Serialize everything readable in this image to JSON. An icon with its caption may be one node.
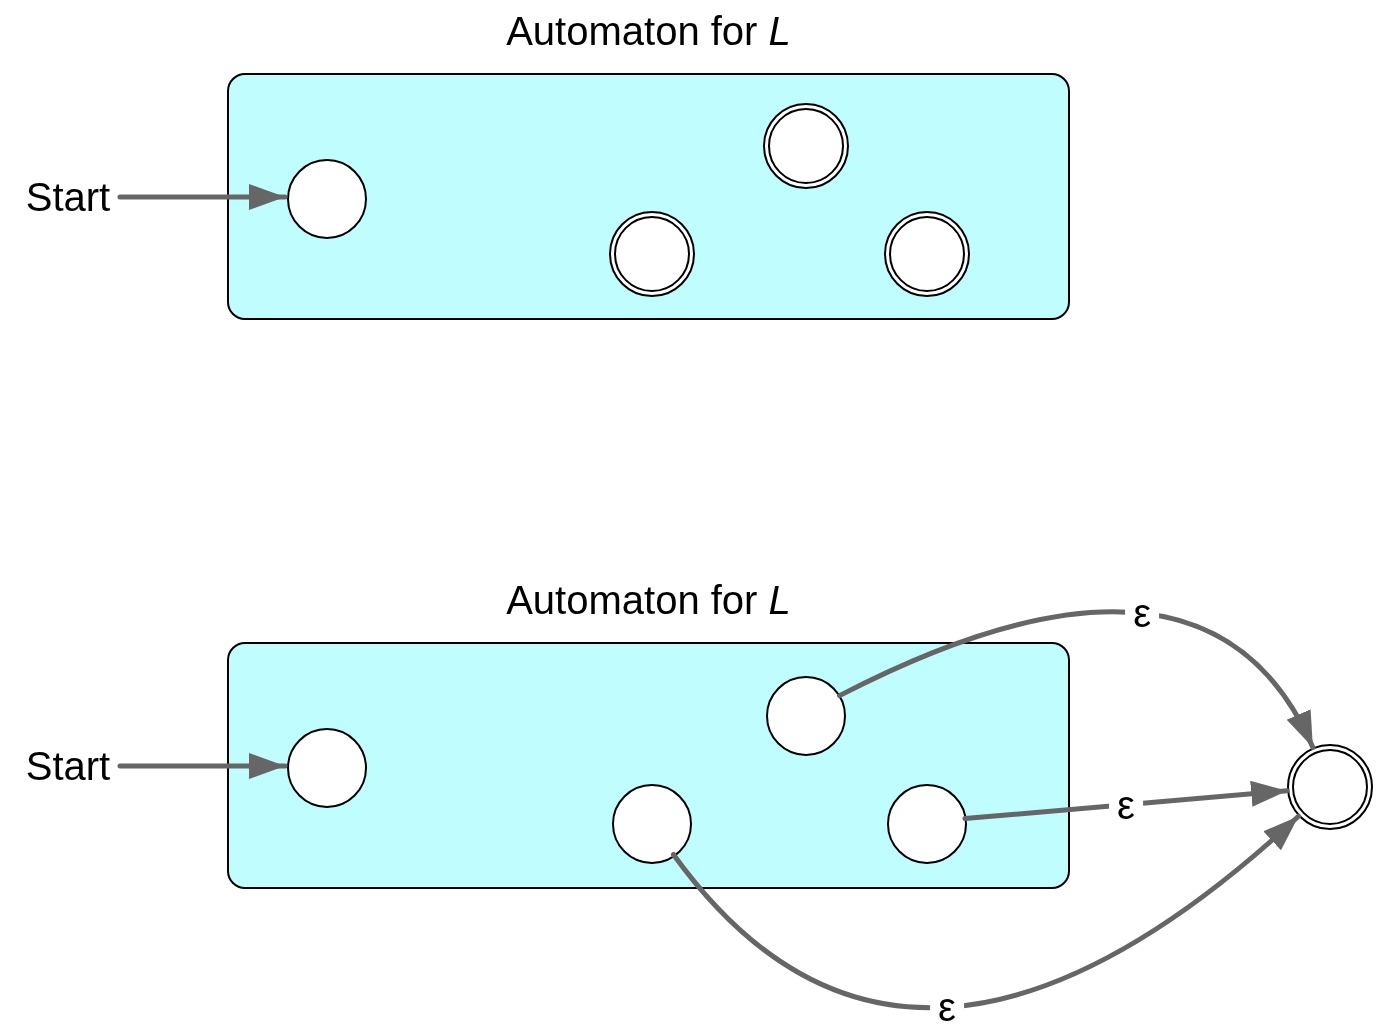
{
  "diagram": {
    "nodes": [
      {
        "text": [
          "Automaton for *L*"
        ]
      },
      {
        "text": [
          "Start"
        ]
      },
      {
        "text": [],
        "shape": "circle",
        "in": 0
      },
      {
        "text": [],
        "shape": "double-circle",
        "in": 0
      },
      {
        "text": [],
        "shape": "double-circle",
        "in": 0
      },
      {
        "text": [],
        "shape": "double-circle",
        "in": 0
      },
      {
        "text": [
          "Automaton for *L*"
        ]
      },
      {
        "text": [
          "Start"
        ]
      },
      {
        "text": [],
        "shape": "circle",
        "in": 6
      },
      {
        "text": [],
        "shape": "circle",
        "in": 6
      },
      {
        "text": [],
        "shape": "circle",
        "in": 6
      },
      {
        "text": [],
        "shape": "circle",
        "in": 6
      },
      {
        "text": [],
        "shape": "double-circle"
      }
    ],
    "edges": [
      {
        "from": 1,
        "to": 2,
        "arrow": "to"
      },
      {
        "from": 7,
        "to": 8,
        "arrow": "to"
      },
      {
        "from": 9,
        "to": 12,
        "arrow": "to",
        "label": "ε"
      },
      {
        "from": 11,
        "to": 12,
        "arrow": "to",
        "label": "ε"
      },
      {
        "from": 10,
        "to": 12,
        "arrow": "to",
        "label": "ε"
      }
    ]
  }
}
